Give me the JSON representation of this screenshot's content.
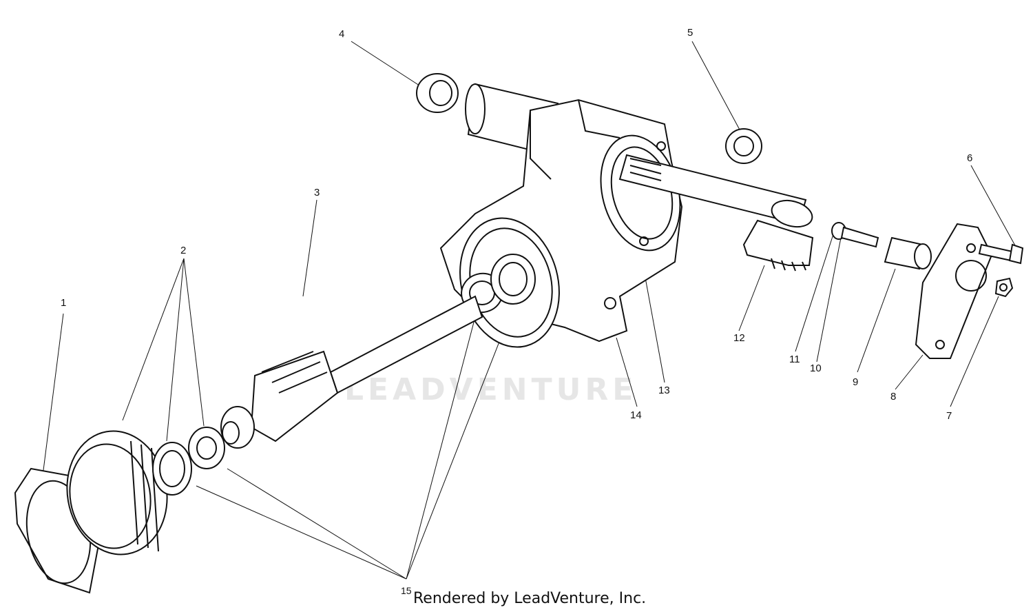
{
  "diagram": {
    "watermark": "LEADVENTURE",
    "credit": "Rendered by LeadVenture, Inc.",
    "callouts": [
      "1",
      "2",
      "3",
      "4",
      "5",
      "6",
      "7",
      "8",
      "9",
      "10",
      "11",
      "12",
      "13",
      "14",
      "15"
    ]
  }
}
